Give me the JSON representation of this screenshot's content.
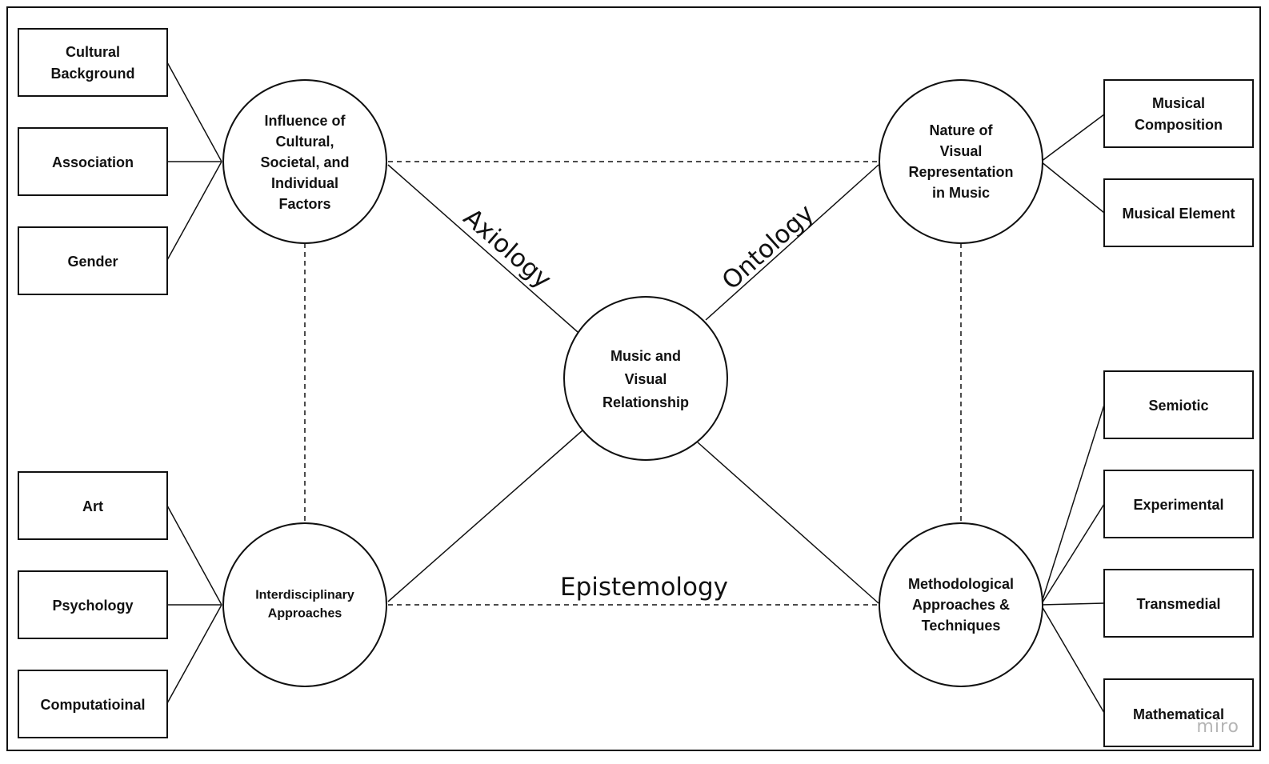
{
  "diagram": {
    "center": {
      "lines": [
        "Music and",
        "Visual",
        "Relationship"
      ]
    },
    "hubs": {
      "influence": {
        "lines": [
          "Influence of",
          "Cultural,",
          "Societal, and",
          "Individual",
          "Factors"
        ]
      },
      "nature": {
        "lines": [
          "Nature of",
          "Visual",
          "Representation",
          "in Music"
        ]
      },
      "interdisciplinary": {
        "lines": [
          "Interdisciplinary",
          "Approaches"
        ]
      },
      "methodological": {
        "lines": [
          "Methodological",
          "Approaches &",
          "Techniques"
        ]
      }
    },
    "boxes": {
      "cultural_background": {
        "lines": [
          "Cultural",
          "Background"
        ]
      },
      "association": {
        "lines": [
          "Association"
        ]
      },
      "gender": {
        "lines": [
          "Gender"
        ]
      },
      "art": {
        "lines": [
          "Art"
        ]
      },
      "psychology": {
        "lines": [
          "Psychology"
        ]
      },
      "computational": {
        "lines": [
          "Computatioinal"
        ]
      },
      "musical_composition": {
        "lines": [
          "Musical",
          "Composition"
        ]
      },
      "musical_element": {
        "lines": [
          "Musical Element"
        ]
      },
      "semiotic": {
        "lines": [
          "Semiotic"
        ]
      },
      "experimental": {
        "lines": [
          "Experimental"
        ]
      },
      "transmedial": {
        "lines": [
          "Transmedial"
        ]
      },
      "mathematical": {
        "lines": [
          "Mathematical"
        ]
      }
    },
    "relations": {
      "axiology": "Axiology",
      "ontology": "Ontology",
      "epistemology": "Epistemology"
    },
    "watermark": "miro"
  }
}
